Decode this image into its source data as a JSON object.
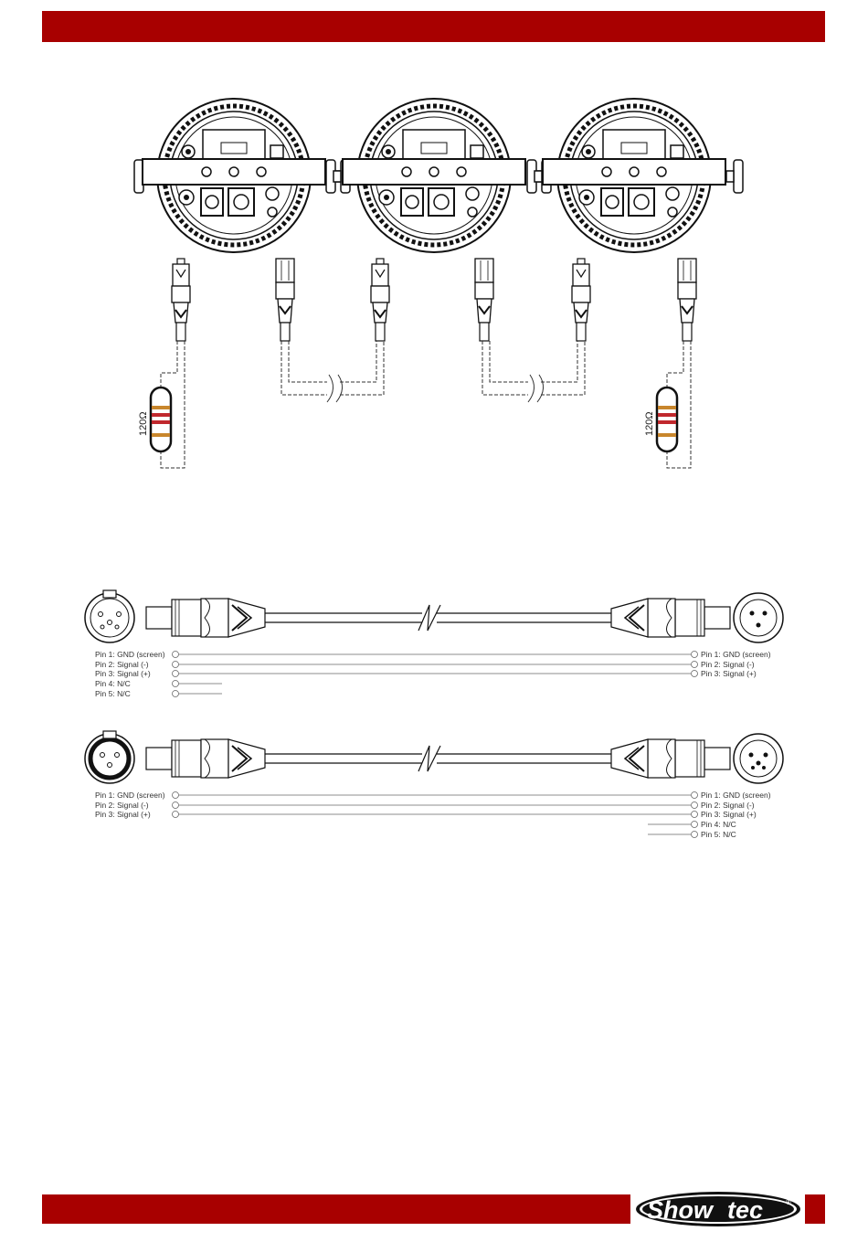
{
  "brand": {
    "name_part1": "Show",
    "name_part2": "tec",
    "registered": "®"
  },
  "colors": {
    "brand_red": "#a80000",
    "resistor_bands": [
      "#c8862c",
      "#c0282d",
      "#c0282d",
      "#c8862c"
    ]
  },
  "chain_diagram": {
    "fixture_count": 3,
    "terminator_left": "120Ω",
    "terminator_right": "120Ω"
  },
  "cable_5pin_to_3pin": {
    "left_pins": [
      "Pin 1: GND (screen)",
      "Pin 2: Signal (-)",
      "Pin 3: Signal (+)",
      "Pin 4: N/C",
      "Pin 5: N/C"
    ],
    "right_pins": [
      "Pin 1: GND (screen)",
      "Pin 2: Signal (-)",
      "Pin 3: Signal (+)"
    ]
  },
  "cable_3pin_to_5pin": {
    "left_pins": [
      "Pin 1: GND (screen)",
      "Pin 2: Signal (-)",
      "Pin 3: Signal (+)"
    ],
    "right_pins": [
      "Pin 1: GND (screen)",
      "Pin 2: Signal (-)",
      "Pin 3: Signal (+)",
      "Pin 4: N/C",
      "Pin 5: N/C"
    ]
  }
}
